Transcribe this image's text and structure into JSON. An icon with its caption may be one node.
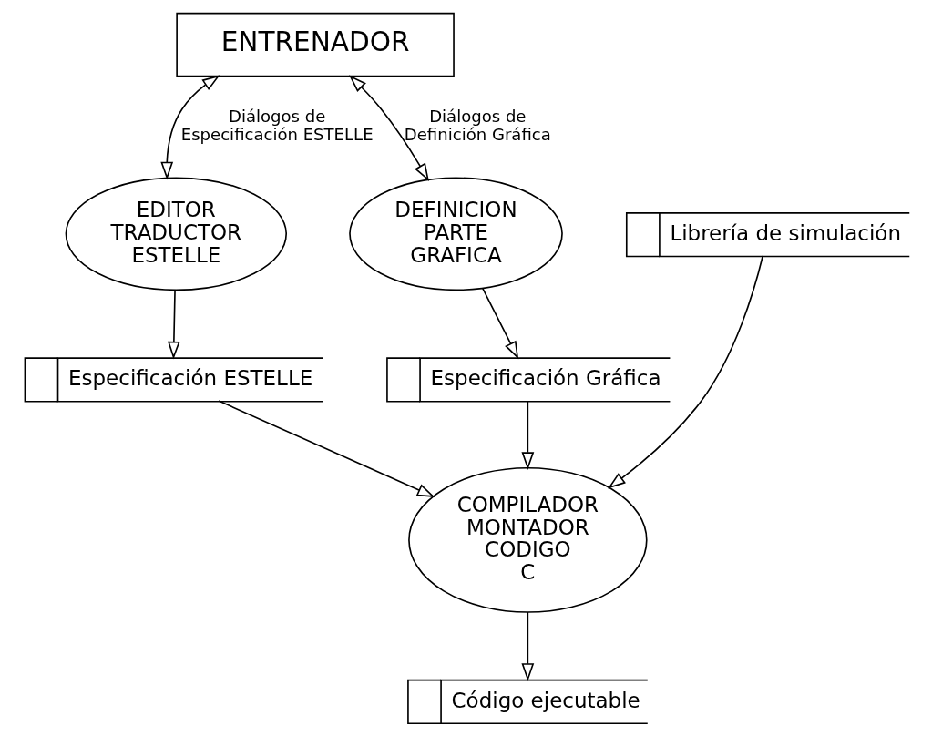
{
  "diagram": {
    "nodes": [
      {
        "text": [
          "ENTRENADOR"
        ]
      },
      {
        "text": [
          "EDITOR TRADUCTOR ESTELLE"
        ]
      },
      {
        "text": [
          "Librería de simulación"
        ]
      },
      {
        "text": [
          "DEFINICION PARTE GRAFICA"
        ]
      },
      {
        "text": [
          "COMPILADOR MONTADOR CODIGO C"
        ]
      },
      {
        "text": [
          "Especificación ESTELLE"
        ]
      },
      {
        "text": [
          "Especificación Gráfica"
        ]
      },
      {
        "text": [
          "Código ejecutable"
        ]
      }
    ],
    "edges": [
      {
        "from": 0,
        "to": 1,
        "arrow": "both",
        "label": "Diálogos de Especificación ESTELLE"
      },
      {
        "from": 0,
        "to": 3,
        "arrow": "both",
        "label": "Diálogos de Definición Gráfica"
      },
      {
        "from": 1,
        "to": 5,
        "arrow": "to"
      },
      {
        "from": 2,
        "to": 4,
        "arrow": "to"
      },
      {
        "from": 3,
        "to": 6,
        "arrow": "to"
      },
      {
        "from": 5,
        "to": 4,
        "arrow": "to"
      },
      {
        "from": 6,
        "to": 4,
        "arrow": "to"
      },
      {
        "from": 4,
        "to": 7,
        "arrow": "to"
      }
    ]
  }
}
